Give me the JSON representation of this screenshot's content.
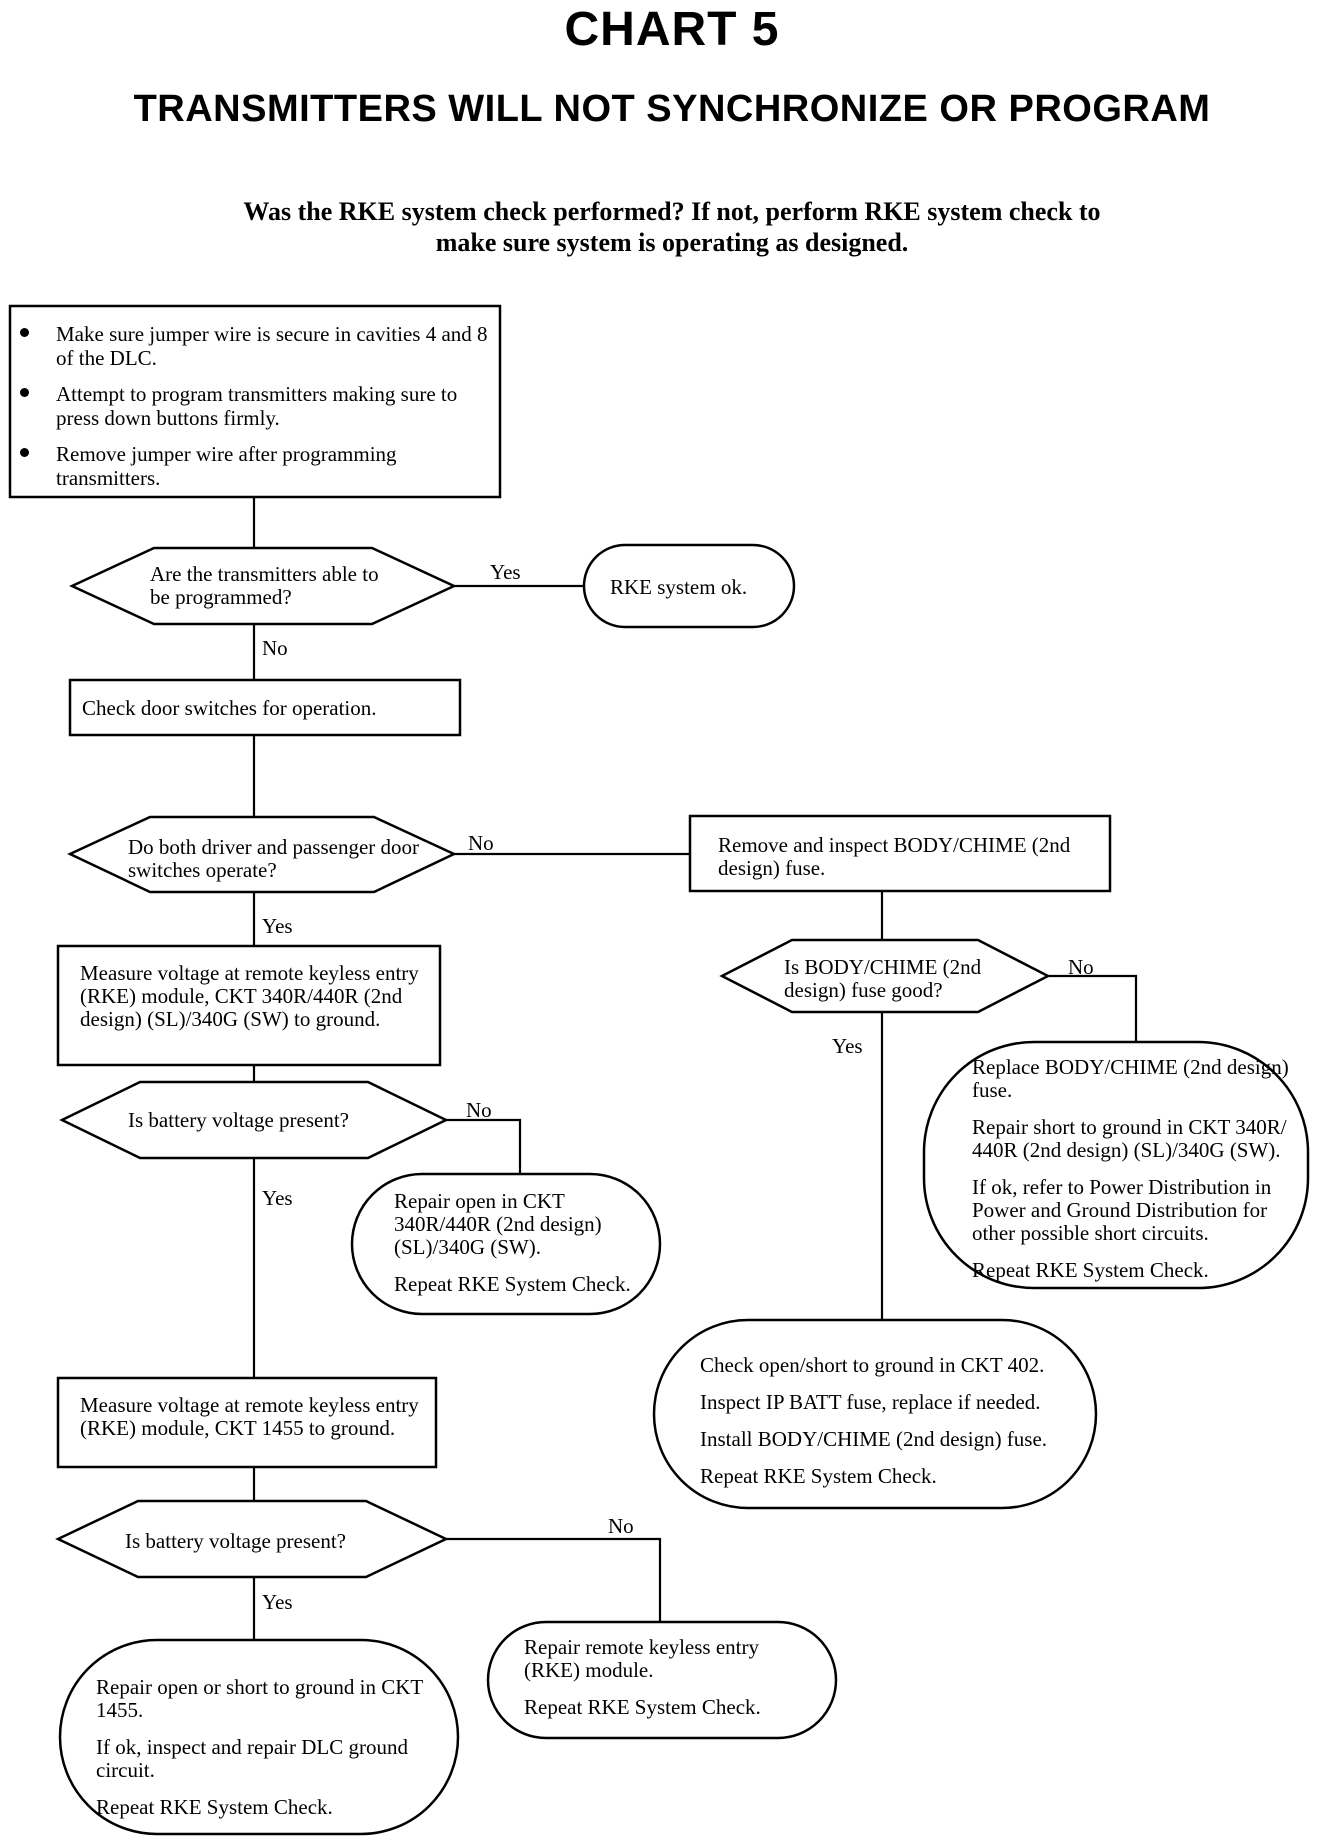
{
  "header": {
    "title": "CHART 5",
    "subtitle": "TRANSMITTERS WILL NOT SYNCHRONIZE OR PROGRAM",
    "intro": "Was the RKE system check performed? If not, perform RKE system check to make sure system is operating as designed."
  },
  "steps": {
    "initial": [
      "Make sure jumper wire is secure in cavities 4 and 8 of the DLC.",
      "Attempt to program transmitters making sure to press down buttons firmly.",
      "Remove jumper wire after programming transmitters."
    ],
    "q_programmed": "Are the transmitters able to be programmed?",
    "rke_ok": "RKE system ok.",
    "check_door_switches": "Check door switches for operation.",
    "q_door_switches": "Do both driver and passenger door switches operate?",
    "inspect_fuse": "Remove and inspect BODY/CHIME (2nd design) fuse.",
    "q_fuse_good": "Is BODY/CHIME (2nd design) fuse good?",
    "replace_fuse": [
      "Replace BODY/CHIME (2nd design) fuse.",
      "Repair short to ground in CKT 340R/ 440R (2nd design) (SL)/340G (SW).",
      "If ok, refer to Power Distribution in Power and Ground Distribution for other possible short circuits.",
      "Repeat RKE System Check."
    ],
    "check_ckt_402": [
      "Check open/short to ground in CKT 402.",
      "Inspect IP BATT fuse, replace if needed.",
      "Install BODY/CHIME (2nd design) fuse.",
      "Repeat RKE System Check."
    ],
    "measure_340": "Measure voltage at remote keyless entry (RKE) module, CKT 340R/440R (2nd design) (SL)/340G (SW) to ground.",
    "q_voltage_1": "Is battery voltage present?",
    "repair_340": [
      "Repair open in CKT 340R/440R (2nd design) (SL)/340G (SW).",
      "Repeat RKE System Check."
    ],
    "measure_1455": "Measure voltage at remote keyless entry (RKE) module, CKT 1455 to ground.",
    "q_voltage_2": "Is battery voltage present?",
    "repair_module": [
      "Repair remote keyless entry (RKE) module.",
      "Repeat RKE System Check."
    ],
    "repair_1455": [
      "Repair open or short to ground in CKT 1455.",
      "If ok, inspect and repair DLC ground circuit.",
      "Repeat RKE System Check."
    ]
  },
  "edge_labels": {
    "yes": "Yes",
    "no": "No"
  }
}
